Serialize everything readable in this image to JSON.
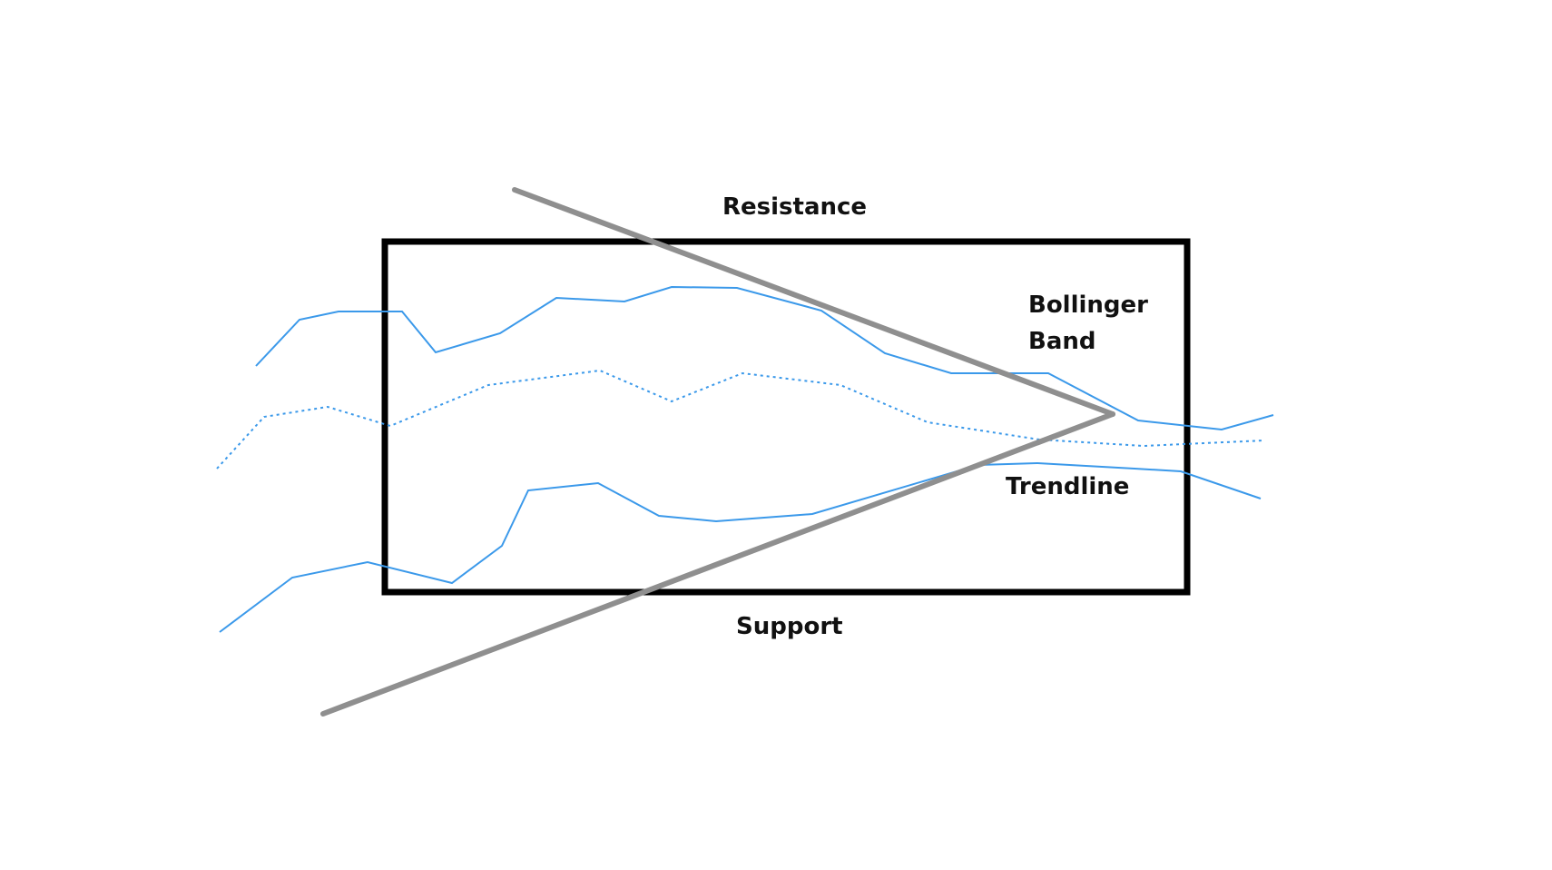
{
  "labels": {
    "resistance": "Resistance",
    "bollinger_band_line1": "Bollinger",
    "bollinger_band_line2": "Band",
    "trendline": "Trendline",
    "support": "Support"
  },
  "colors": {
    "band": "#3b99ea",
    "trendlines": "#8f8f8f",
    "frame": "#000000",
    "text": "#111111"
  }
}
